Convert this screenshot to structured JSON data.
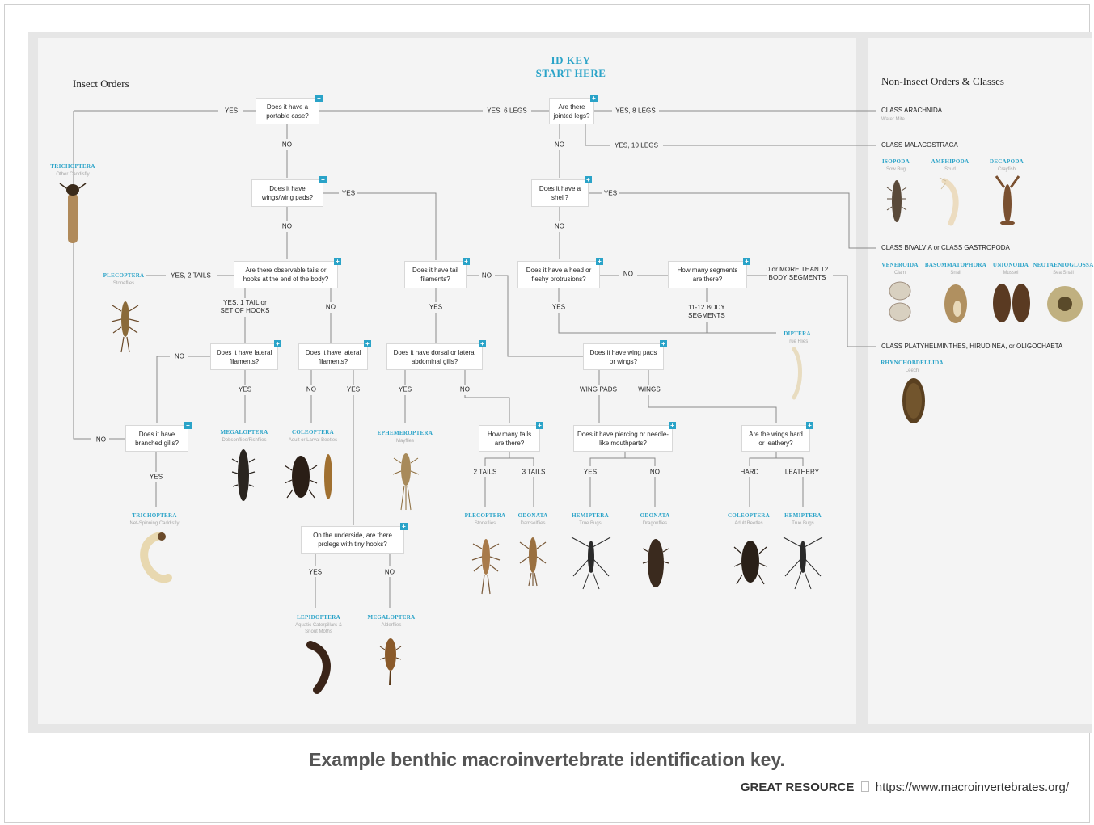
{
  "id_key": {
    "line1": "ID KEY",
    "line2": "START HERE"
  },
  "headers": {
    "insect": "Insect Orders",
    "noninsect": "Non-Insect Orders & Classes"
  },
  "questions": {
    "q1": "Are there jointed legs?",
    "q2": "Does it have a portable case?",
    "q3": "Does it have wings/wing pads?",
    "q4": "Are there observable tails or hooks at the end of the body?",
    "q5": "Does it have tail filaments?",
    "q6": "Does it have a shell?",
    "q7": "Does it have a head or fleshy protrusions?",
    "q8": "How many segments are there?",
    "q9": "Does it have lateral filaments?",
    "q10": "Does it have lateral filaments?",
    "q11": "Does it have dorsal or lateral abdominal gills?",
    "q12": "Does it have wing pads or wings?",
    "q13": "Does it have branched gills?",
    "q14": "How many tails are there?",
    "q15": "Does it have piercing or needle-like mouthparts?",
    "q16": "Are the wings hard or leathery?",
    "q17": "On the underside, are there prolegs with tiny hooks?"
  },
  "edge_labels": {
    "yes_6_legs": "YES, 6 LEGS",
    "yes_8_legs": "YES, 8 LEGS",
    "yes_10_legs": "YES, 10 LEGS",
    "yes": "YES",
    "no": "NO",
    "yes_2_tails": "YES, 2 TAILS",
    "yes_1_tail": "YES, 1 TAIL or SET OF HOOKS",
    "zero_or_more": "0 or MORE THAN 12 BODY SEGMENTS",
    "eleven_twelve": "11-12 BODY SEGMENTS",
    "wing_pads": "WING PADS",
    "wings": "WINGS",
    "two_tails": "2 TAILS",
    "three_tails": "3 TAILS",
    "hard": "HARD",
    "leathery": "LEATHERY"
  },
  "taxa": {
    "trichoptera_case": {
      "name": "TRICHOPTERA",
      "common": "Other Caddisfly"
    },
    "plecoptera_1": {
      "name": "PLECOPTERA",
      "common": "Stoneflies"
    },
    "megaloptera_1": {
      "name": "MEGALOPTERA",
      "common": "Dobsonflies/Fishflies"
    },
    "coleoptera_1": {
      "name": "COLEOPTERA",
      "common": "Adult or Larval Beetles"
    },
    "ephemeroptera": {
      "name": "EPHEMEROPTERA",
      "common": "Mayflies"
    },
    "trichoptera_net": {
      "name": "TRICHOPTERA",
      "common": "Net-Spinning Caddisfly"
    },
    "plecoptera_2": {
      "name": "PLECOPTERA",
      "common": "Stoneflies"
    },
    "odonata_1": {
      "name": "ODONATA",
      "common": "Damselflies"
    },
    "hemiptera_1": {
      "name": "HEMIPTERA",
      "common": "True Bugs"
    },
    "odonata_2": {
      "name": "ODONATA",
      "common": "Dragonflies"
    },
    "coleoptera_2": {
      "name": "COLEOPTERA",
      "common": "Adult Beetles"
    },
    "hemiptera_2": {
      "name": "HEMIPTERA",
      "common": "True Bugs"
    },
    "diptera": {
      "name": "DIPTERA",
      "common": "True Flies"
    },
    "lepidoptera": {
      "name": "LEPIDOPTERA",
      "common": "Aquatic Caterpillars & Snout Moths"
    },
    "megaloptera_2": {
      "name": "MEGALOPTERA",
      "common": "Alderflies"
    },
    "isopoda": {
      "name": "ISOPODA",
      "common": "Sow Bug"
    },
    "amphipoda": {
      "name": "AMPHIPODA",
      "common": "Scud"
    },
    "decapoda": {
      "name": "DECAPODA",
      "common": "Crayfish"
    },
    "veneroida": {
      "name": "VENEROIDA",
      "common": "Clam"
    },
    "basommatophora": {
      "name": "BASOMMATOPHORA",
      "common": "Snail"
    },
    "unionoida": {
      "name": "UNIONOIDA",
      "common": "Mussel"
    },
    "neotaenioglossa": {
      "name": "NEOTAENIOGLOSSA",
      "common": "Sea Snail"
    },
    "rhynchobdellida": {
      "name": "RHYNCHOBDELLIDA",
      "common": "Leech"
    }
  },
  "classes": {
    "arachnida": {
      "name": "CLASS ARACHNIDA",
      "common": "Water Mite"
    },
    "malacostraca": {
      "name": "CLASS MALACOSTRACA"
    },
    "bivalvia": {
      "name": "CLASS BIVALVIA or CLASS GASTROPODA"
    },
    "platy": {
      "name": "CLASS PLATYHELMINTHES, HIRUDINEA, or OLIGOCHAETA"
    }
  },
  "caption": "Example benthic macroinvertebrate identification key.",
  "footer": {
    "label": "GREAT RESOURCE",
    "url": "https://www.macroinvertebrates.org/"
  },
  "colors": {
    "accent": "#2aa3c8",
    "panel": "#f4f4f4",
    "line": "#888888"
  }
}
